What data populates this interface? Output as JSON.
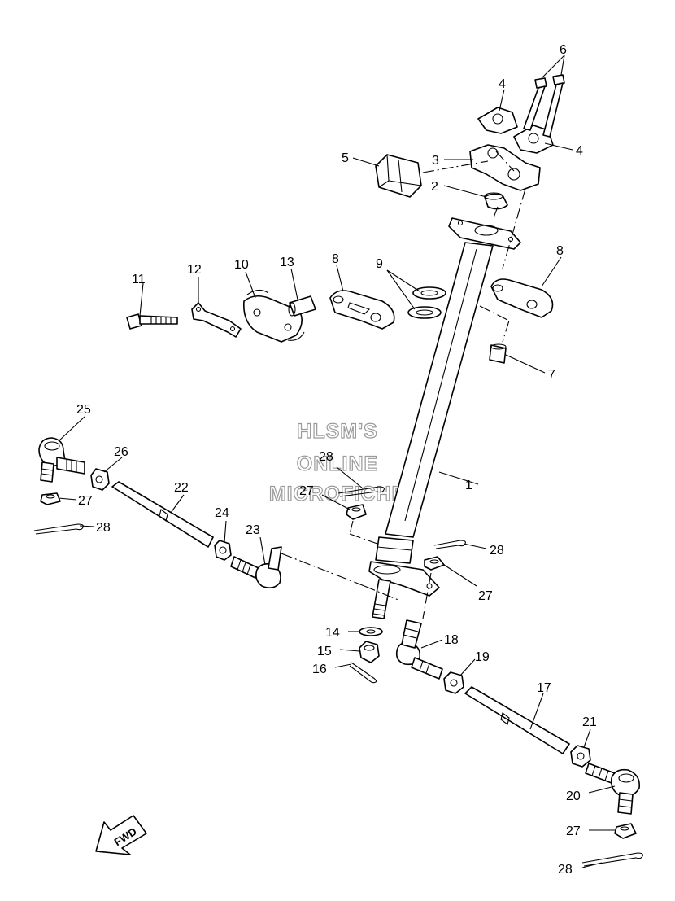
{
  "callouts": {
    "c1": "1",
    "c2": "2",
    "c3": "3",
    "c4a": "4",
    "c4b": "4",
    "c5": "5",
    "c6": "6",
    "c7": "7",
    "c8a": "8",
    "c8b": "8",
    "c9": "9",
    "c10": "10",
    "c11": "11",
    "c12": "12",
    "c13": "13",
    "c14": "14",
    "c15": "15",
    "c16": "16",
    "c17": "17",
    "c18": "18",
    "c19": "19",
    "c20": "20",
    "c21": "21",
    "c22": "22",
    "c23": "23",
    "c24": "24",
    "c25": "25",
    "c26": "26",
    "c27a": "27",
    "c27b": "27",
    "c27c": "27",
    "c27d": "27",
    "c28a": "28",
    "c28b": "28",
    "c28c": "28",
    "c28d": "28"
  },
  "watermark": {
    "line1": "HLSM'S",
    "line2": "ONLINE",
    "line3": "MICROFICHE"
  },
  "direction_label": "FWD"
}
